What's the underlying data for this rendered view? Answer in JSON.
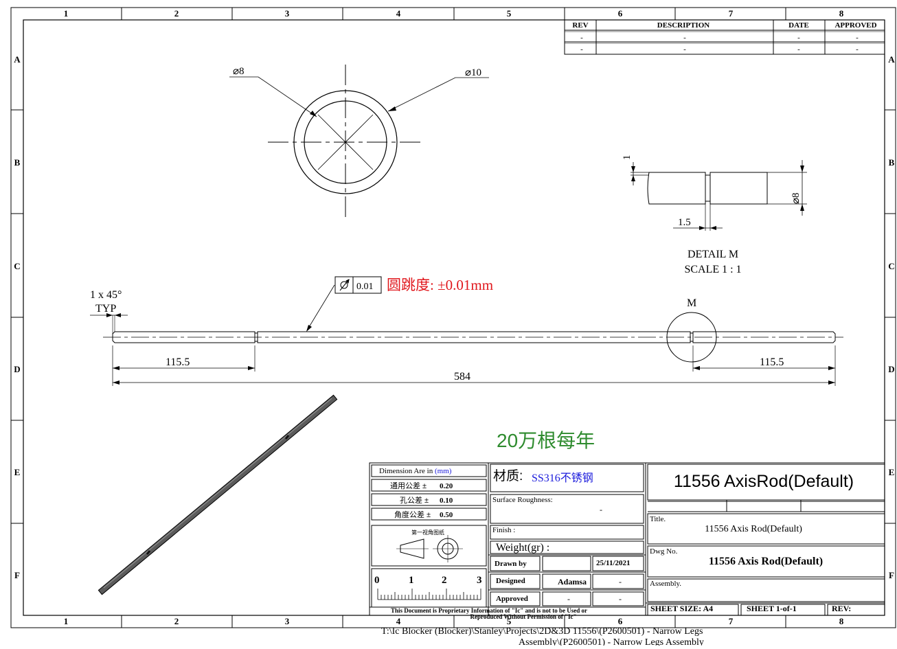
{
  "frame": {
    "columns": [
      "1",
      "2",
      "3",
      "4",
      "5",
      "6",
      "7",
      "8"
    ],
    "rows": [
      "A",
      "B",
      "C",
      "D",
      "E",
      "F"
    ]
  },
  "revision_table": {
    "headers": [
      "REV",
      "DESCRIPTION",
      "DATE",
      "APPROVED"
    ],
    "rows": [
      [
        "-",
        "-",
        "-",
        "-"
      ],
      [
        "-",
        "-",
        "-",
        "-"
      ]
    ]
  },
  "circle_view": {
    "inner_diameter": "8",
    "outer_diameter": "10"
  },
  "detail": {
    "dim_groove_depth": "1",
    "dim_groove_width": "1.5",
    "dim_diameter": "8",
    "title": "DETAIL M",
    "scale": "SCALE 1 : 1"
  },
  "main_view": {
    "chamfer_note": "1 x 45°",
    "chamfer_typ": "TYP",
    "runout_value": "0.01",
    "runout_note": "圆跳度: ±0.01mm",
    "detail_label": "M",
    "dim_left": "115.5",
    "dim_right": "115.5",
    "dim_total": "584"
  },
  "annotation_quantity": "20万根每年",
  "title_block": {
    "units_label": "Dimension Are in",
    "units_value": "(mm)",
    "tol_general_label": "通用公差  ±",
    "tol_general_value": "0.20",
    "tol_hole_label": "孔公差  ±",
    "tol_hole_value": "0.10",
    "tol_angle_label": "角度公差 ±",
    "tol_angle_value": "0.50",
    "projection_label": "第一视角图纸",
    "ruler_marks": [
      "0",
      "1",
      "2",
      "3"
    ],
    "material_label": "材质:",
    "material_value": "SS316不锈钢",
    "surface_label": "Surface Roughness:",
    "surface_value": "-",
    "finish_label": "Finish :",
    "weight_label": "Weight(gr) :",
    "drawn_label": "Drawn by",
    "drawn_date": "25/11/2021",
    "designed_label": "Designed",
    "designed_by": "Adamsa",
    "designed_extra": "-",
    "approved_label": "Approved",
    "approved_by": "-",
    "approved_extra": "-",
    "part_header": "11556 AxisRod(Default)",
    "title_label": "Title.",
    "title_value": "11556 Axis Rod(Default)",
    "dwg_label": "Dwg No.",
    "dwg_value": "11556 Axis Rod(Default)",
    "assembly_label": "Assembly.",
    "proprietary_line1": "This Document is Proprietary Information  of \"Ic\" and is not to be Used or",
    "proprietary_line2": "Reproduced Without Permission of  \"Ic\"",
    "sheet_size": "SHEET SIZE: A4",
    "sheet_of": "SHEET 1-of-1",
    "rev": "REV:"
  },
  "file_path": {
    "line1": "T:\\Ic Blocker (Blocker)\\Stanley\\Projects\\2D&3D 11556\\(P2600501) - Narrow Legs",
    "line2": "Assembly\\(P2600501) - Narrow Legs Assembly"
  },
  "colors": {
    "red_note": "#e0161b",
    "green_note": "#2e8b2e",
    "blue_value": "#1a1adc",
    "rod_3d": "#4a4a4a"
  }
}
